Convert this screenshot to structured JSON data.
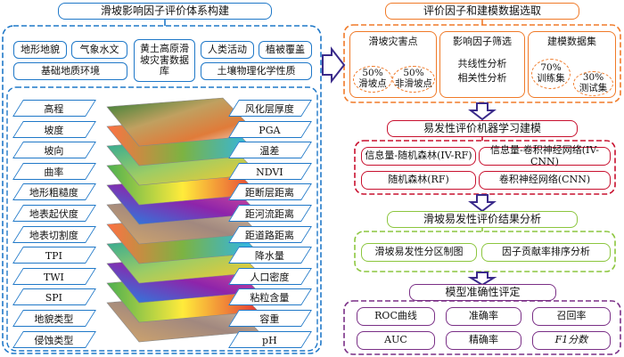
{
  "left": {
    "title": "滑坡影响因子评价体系构建",
    "top_boxes": {
      "geomorph": "地形地貌",
      "climate": "气象水文",
      "geo_env": "基础地质环境",
      "loess_db": "黄土高原滑坡灾害数据库",
      "human": "人类活动",
      "vegetation": "植被覆盖",
      "soil": "土壤物理化学性质"
    },
    "factors_left": [
      "高程",
      "坡度",
      "坡向",
      "曲率",
      "地形粗糙度",
      "地表起伏度",
      "地表切割度",
      "TPI",
      "TWI",
      "SPI",
      "地貌类型",
      "侵蚀类型"
    ],
    "factors_right": [
      "风化层厚度",
      "PGA",
      "温差",
      "NDVI",
      "距断层距离",
      "距河流距离",
      "距道路距离",
      "降水量",
      "人口密度",
      "粘粒含量",
      "容重",
      "pH"
    ]
  },
  "step1": {
    "title": "评价因子和建模数据选取",
    "col_a_title": "滑坡灾害点",
    "ell_a1_pct": "50%",
    "ell_a1_label": "滑坡点",
    "ell_a2_pct": "50%",
    "ell_a2_label": "非滑坡点",
    "col_b_title": "影响因子筛选",
    "col_b_line1": "共线性分析",
    "col_b_line2": "相关性分析",
    "col_c_title": "建模数据集",
    "ell_c1_pct": "70%",
    "ell_c1_label": "训练集",
    "ell_c2_pct": "30%",
    "ell_c2_label": "测试集"
  },
  "step2": {
    "title": "易发性评价机器学习建模",
    "models": [
      "信息量-随机森林(IV-RF)",
      "信息量-卷积神经网络(IV-CNN)",
      "随机森林(RF)",
      "卷积神经网络(CNN)"
    ]
  },
  "step3": {
    "title": "滑坡易发性评价结果分析",
    "items": [
      "滑坡易发性分区制图",
      "因子贡献率排序分析"
    ]
  },
  "step4": {
    "title": "模型准确性评定",
    "metrics": [
      "ROC曲线",
      "准确率",
      "召回率",
      "AUC",
      "精确率",
      "F1分数"
    ]
  },
  "colors": {
    "blue": "#1f78c8",
    "orange": "#f07a28",
    "red": "#c8102e",
    "green": "#8cc63e",
    "purple": "#7a2f86"
  }
}
